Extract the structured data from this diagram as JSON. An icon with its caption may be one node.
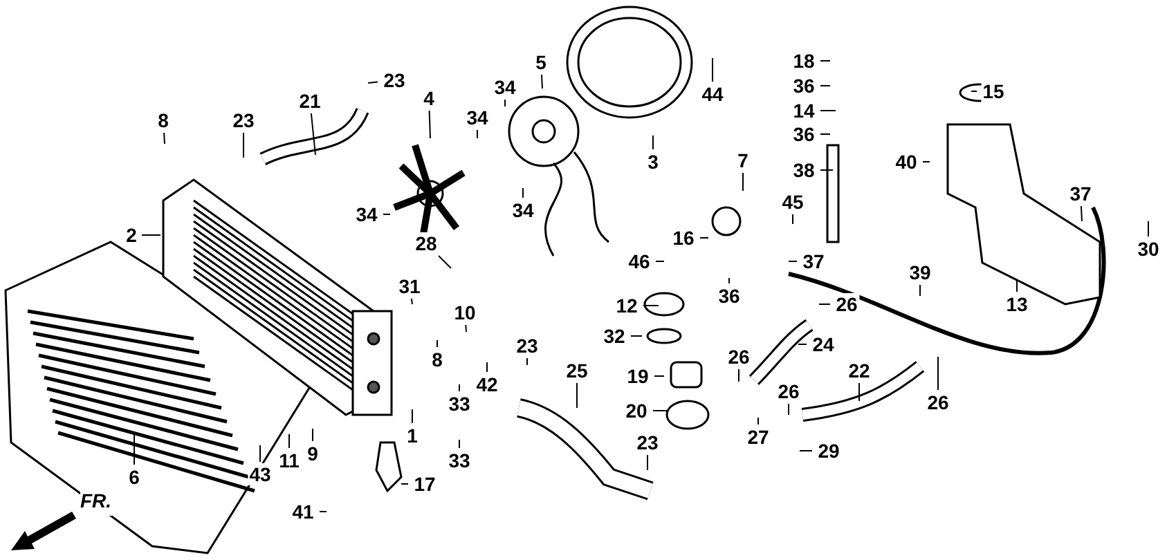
{
  "diagram": {
    "nodes": [
      {
        "text": [
          "23"
        ]
      },
      {
        "text": [
          "21"
        ]
      },
      {
        "text": [
          "8"
        ]
      },
      {
        "text": [
          "23"
        ]
      },
      {
        "text": [
          "4"
        ]
      },
      {
        "text": [
          "34"
        ]
      },
      {
        "text": [
          "34"
        ]
      },
      {
        "text": [
          "5"
        ]
      },
      {
        "text": [
          "3"
        ]
      },
      {
        "text": [
          "44"
        ]
      },
      {
        "text": [
          "2"
        ]
      },
      {
        "text": [
          "34"
        ]
      },
      {
        "text": [
          "34"
        ]
      },
      {
        "text": [
          "18"
        ]
      },
      {
        "text": [
          "36"
        ]
      },
      {
        "text": [
          "14"
        ]
      },
      {
        "text": [
          "36"
        ]
      },
      {
        "text": [
          "38"
        ]
      },
      {
        "text": [
          "15"
        ]
      },
      {
        "text": [
          "40"
        ]
      },
      {
        "text": [
          "7"
        ]
      },
      {
        "text": [
          "37"
        ]
      },
      {
        "text": [
          "30"
        ]
      },
      {
        "text": [
          "45"
        ]
      },
      {
        "text": [
          "16"
        ]
      },
      {
        "text": [
          "37"
        ]
      },
      {
        "text": [
          "46"
        ]
      },
      {
        "text": [
          "39"
        ]
      },
      {
        "text": [
          "13"
        ]
      },
      {
        "text": [
          "28"
        ]
      },
      {
        "text": [
          "31"
        ]
      },
      {
        "text": [
          "10"
        ]
      },
      {
        "text": [
          "8"
        ]
      },
      {
        "text": [
          "42"
        ]
      },
      {
        "text": [
          "23"
        ]
      },
      {
        "text": [
          "25"
        ]
      },
      {
        "text": [
          "33"
        ]
      },
      {
        "text": [
          "33"
        ]
      },
      {
        "text": [
          "1"
        ]
      },
      {
        "text": [
          "12"
        ]
      },
      {
        "text": [
          "36"
        ]
      },
      {
        "text": [
          "26"
        ]
      },
      {
        "text": [
          "32"
        ]
      },
      {
        "text": [
          "24"
        ]
      },
      {
        "text": [
          "19"
        ]
      },
      {
        "text": [
          "26"
        ]
      },
      {
        "text": [
          "22"
        ]
      },
      {
        "text": [
          "20"
        ]
      },
      {
        "text": [
          "26"
        ]
      },
      {
        "text": [
          "27"
        ]
      },
      {
        "text": [
          "29"
        ]
      },
      {
        "text": [
          "23"
        ]
      },
      {
        "text": [
          "26"
        ]
      },
      {
        "text": [
          "43"
        ]
      },
      {
        "text": [
          "11"
        ]
      },
      {
        "text": [
          "9"
        ]
      },
      {
        "text": [
          "17"
        ]
      },
      {
        "text": [
          "41"
        ]
      },
      {
        "text": [
          "6"
        ]
      }
    ],
    "edges": [
      {
        "from": 0,
        "to": null,
        "arrow": "none"
      },
      {
        "from": 1,
        "to": null,
        "arrow": "none"
      },
      {
        "from": 2,
        "to": null,
        "arrow": "none"
      },
      {
        "from": 3,
        "to": null,
        "arrow": "none"
      },
      {
        "from": 4,
        "to": null,
        "arrow": "none"
      },
      {
        "from": 5,
        "to": null,
        "arrow": "none"
      },
      {
        "from": 6,
        "to": null,
        "arrow": "none"
      },
      {
        "from": 7,
        "to": null,
        "arrow": "none"
      },
      {
        "from": 8,
        "to": null,
        "arrow": "none"
      },
      {
        "from": 9,
        "to": null,
        "arrow": "none"
      },
      {
        "from": 10,
        "to": null,
        "arrow": "none"
      },
      {
        "from": 11,
        "to": null,
        "arrow": "none"
      },
      {
        "from": 12,
        "to": null,
        "arrow": "none"
      },
      {
        "from": 13,
        "to": null,
        "arrow": "none"
      },
      {
        "from": 14,
        "to": null,
        "arrow": "none"
      },
      {
        "from": 15,
        "to": null,
        "arrow": "none"
      },
      {
        "from": 16,
        "to": null,
        "arrow": "none"
      },
      {
        "from": 17,
        "to": null,
        "arrow": "none"
      },
      {
        "from": 18,
        "to": null,
        "arrow": "none"
      },
      {
        "from": 19,
        "to": null,
        "arrow": "none"
      },
      {
        "from": 20,
        "to": null,
        "arrow": "none"
      },
      {
        "from": 21,
        "to": null,
        "arrow": "none"
      },
      {
        "from": 22,
        "to": null,
        "arrow": "none"
      },
      {
        "from": 23,
        "to": null,
        "arrow": "none"
      },
      {
        "from": 24,
        "to": null,
        "arrow": "none"
      },
      {
        "from": 25,
        "to": null,
        "arrow": "none"
      },
      {
        "from": 26,
        "to": null,
        "arrow": "none"
      },
      {
        "from": 27,
        "to": null,
        "arrow": "none"
      },
      {
        "from": 28,
        "to": null,
        "arrow": "none"
      },
      {
        "from": 29,
        "to": null,
        "arrow": "none"
      },
      {
        "from": 30,
        "to": null,
        "arrow": "none"
      },
      {
        "from": 31,
        "to": null,
        "arrow": "none"
      },
      {
        "from": 32,
        "to": null,
        "arrow": "none"
      },
      {
        "from": 33,
        "to": null,
        "arrow": "none"
      },
      {
        "from": 34,
        "to": null,
        "arrow": "none"
      },
      {
        "from": 35,
        "to": null,
        "arrow": "none"
      },
      {
        "from": 36,
        "to": null,
        "arrow": "none"
      },
      {
        "from": 37,
        "to": null,
        "arrow": "none"
      },
      {
        "from": 38,
        "to": null,
        "arrow": "none"
      },
      {
        "from": 39,
        "to": null,
        "arrow": "none"
      },
      {
        "from": 40,
        "to": null,
        "arrow": "none"
      },
      {
        "from": 41,
        "to": null,
        "arrow": "none"
      },
      {
        "from": 42,
        "to": null,
        "arrow": "none"
      },
      {
        "from": 43,
        "to": null,
        "arrow": "none"
      },
      {
        "from": 44,
        "to": null,
        "arrow": "none"
      },
      {
        "from": 45,
        "to": null,
        "arrow": "none"
      },
      {
        "from": 46,
        "to": null,
        "arrow": "none"
      },
      {
        "from": 47,
        "to": null,
        "arrow": "none"
      },
      {
        "from": 48,
        "to": null,
        "arrow": "none"
      },
      {
        "from": 49,
        "to": null,
        "arrow": "none"
      },
      {
        "from": 50,
        "to": null,
        "arrow": "none"
      },
      {
        "from": 51,
        "to": null,
        "arrow": "none"
      },
      {
        "from": 52,
        "to": null,
        "arrow": "none"
      },
      {
        "from": 53,
        "to": null,
        "arrow": "none"
      },
      {
        "from": 54,
        "to": null,
        "arrow": "none"
      },
      {
        "from": 55,
        "to": null,
        "arrow": "none"
      },
      {
        "from": 56,
        "to": null,
        "arrow": "none"
      },
      {
        "from": 57,
        "to": null,
        "arrow": "none"
      },
      {
        "from": 58,
        "to": null,
        "arrow": "none"
      }
    ],
    "labels": [
      "FR."
    ]
  }
}
